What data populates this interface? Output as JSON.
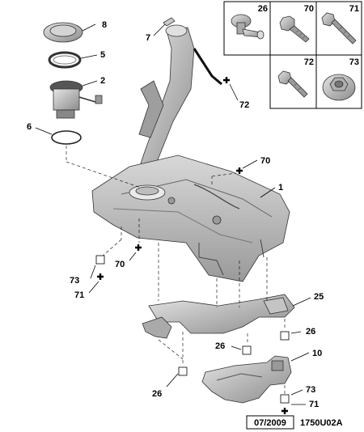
{
  "diagram": {
    "callouts": [
      {
        "id": "c8",
        "label": "8"
      },
      {
        "id": "c5",
        "label": "5"
      },
      {
        "id": "c2",
        "label": "2"
      },
      {
        "id": "c6",
        "label": "6"
      },
      {
        "id": "c7",
        "label": "7"
      },
      {
        "id": "c72",
        "label": "72"
      },
      {
        "id": "c70a",
        "label": "70"
      },
      {
        "id": "c1",
        "label": "1"
      },
      {
        "id": "c70b",
        "label": "70"
      },
      {
        "id": "c73a",
        "label": "73"
      },
      {
        "id": "c71a",
        "label": "71"
      },
      {
        "id": "c25",
        "label": "25"
      },
      {
        "id": "c26a",
        "label": "26"
      },
      {
        "id": "c26b",
        "label": "26"
      },
      {
        "id": "c10",
        "label": "10"
      },
      {
        "id": "c26c",
        "label": "26"
      },
      {
        "id": "c73b",
        "label": "73"
      },
      {
        "id": "c71b",
        "label": "71"
      }
    ],
    "hardware_panel": [
      {
        "label": "26",
        "part": "clip-screw"
      },
      {
        "label": "70",
        "part": "hex-flange-bolt"
      },
      {
        "label": "71",
        "part": "hex-bolt-long"
      },
      {
        "label": "72",
        "part": "hex-bolt-short"
      },
      {
        "label": "73",
        "part": "flange-nut"
      }
    ],
    "footer": {
      "date": "07/2009",
      "code": "1750U02A"
    },
    "colors": {
      "line": "#000000",
      "part_fill": "#c9c9c9",
      "part_dark": "#8a8a8a",
      "background": "#ffffff"
    }
  }
}
